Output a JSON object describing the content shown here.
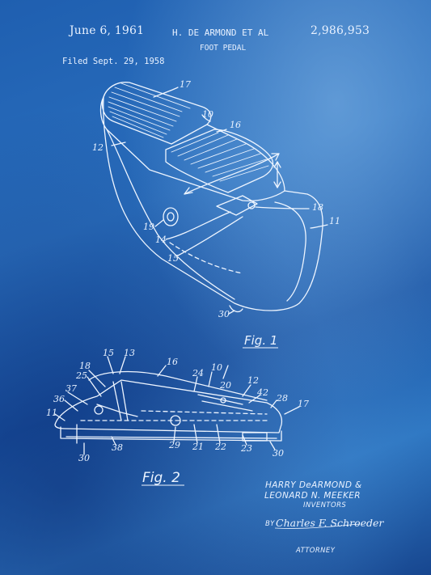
{
  "header": {
    "date": "June 6, 1961",
    "inventor": "H. DE ARMOND ET AL",
    "patent_number": "2,986,953",
    "title": "FOOT PEDAL",
    "filed": "Filed Sept. 29, 1958"
  },
  "fig1": {
    "caption": "Fig. 1",
    "labels": [
      "17",
      "10",
      "16",
      "12",
      "18",
      "11",
      "19",
      "14",
      "15",
      "30"
    ]
  },
  "fig2": {
    "caption": "Fig. 2",
    "labels": [
      "18",
      "15",
      "13",
      "16",
      "25",
      "24",
      "10",
      "20",
      "12",
      "37",
      "42",
      "28",
      "36",
      "17",
      "11",
      "29",
      "21",
      "22",
      "23",
      "30",
      "38",
      "30"
    ]
  },
  "signature_block": {
    "inventor_line1": "HARRY DeARMOND &",
    "inventor_line2": "LEONARD N. MEEKER",
    "inventors_label": "INVENTORS",
    "by_label": "BY",
    "signature": "Charles F. Schroeder",
    "attorney_label": "ATTORNEY"
  }
}
